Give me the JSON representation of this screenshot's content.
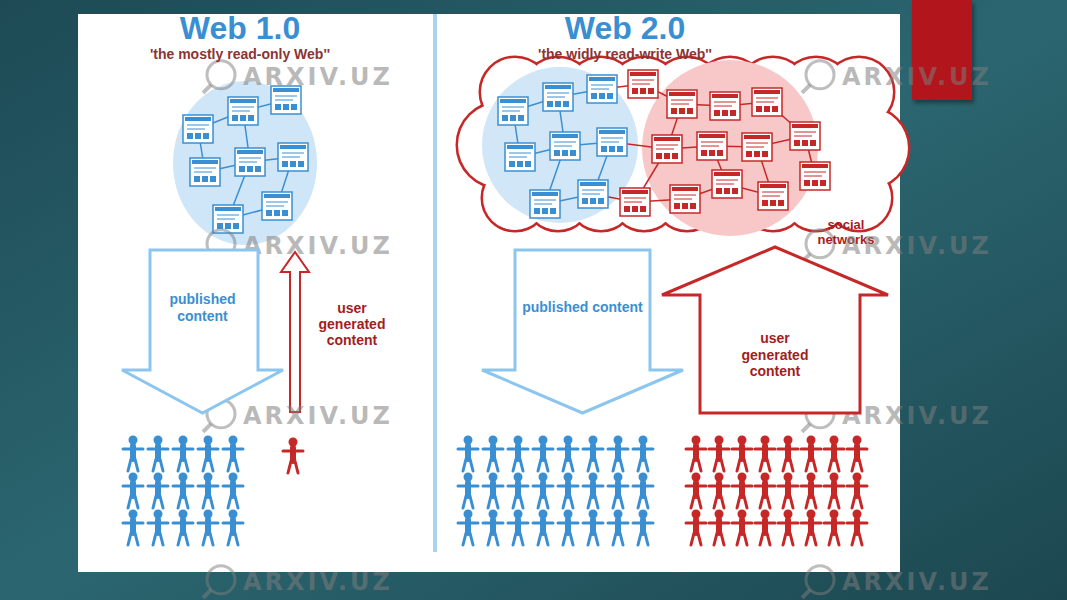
{
  "diagram": {
    "nodes": [
      {
        "text": [
          "published content"
        ]
      },
      {
        "text": [
          "published content"
        ]
      },
      {
        "text": [
          "user generated content"
        ]
      }
    ],
    "labels": [
      "Web 1.0",
      "'the mostly read-only Web''",
      "user generated content",
      "Web 2.0",
      "'the widly read-write Web''",
      "social networks",
      "ARXIV.UZ",
      "ARXIV.UZ",
      "ARXIV.UZ",
      "ARXIV.UZ",
      "ARXIV.UZ",
      "ARXIV.UZ",
      "ARXIV.UZ",
      "ARXIV.UZ"
    ]
  }
}
